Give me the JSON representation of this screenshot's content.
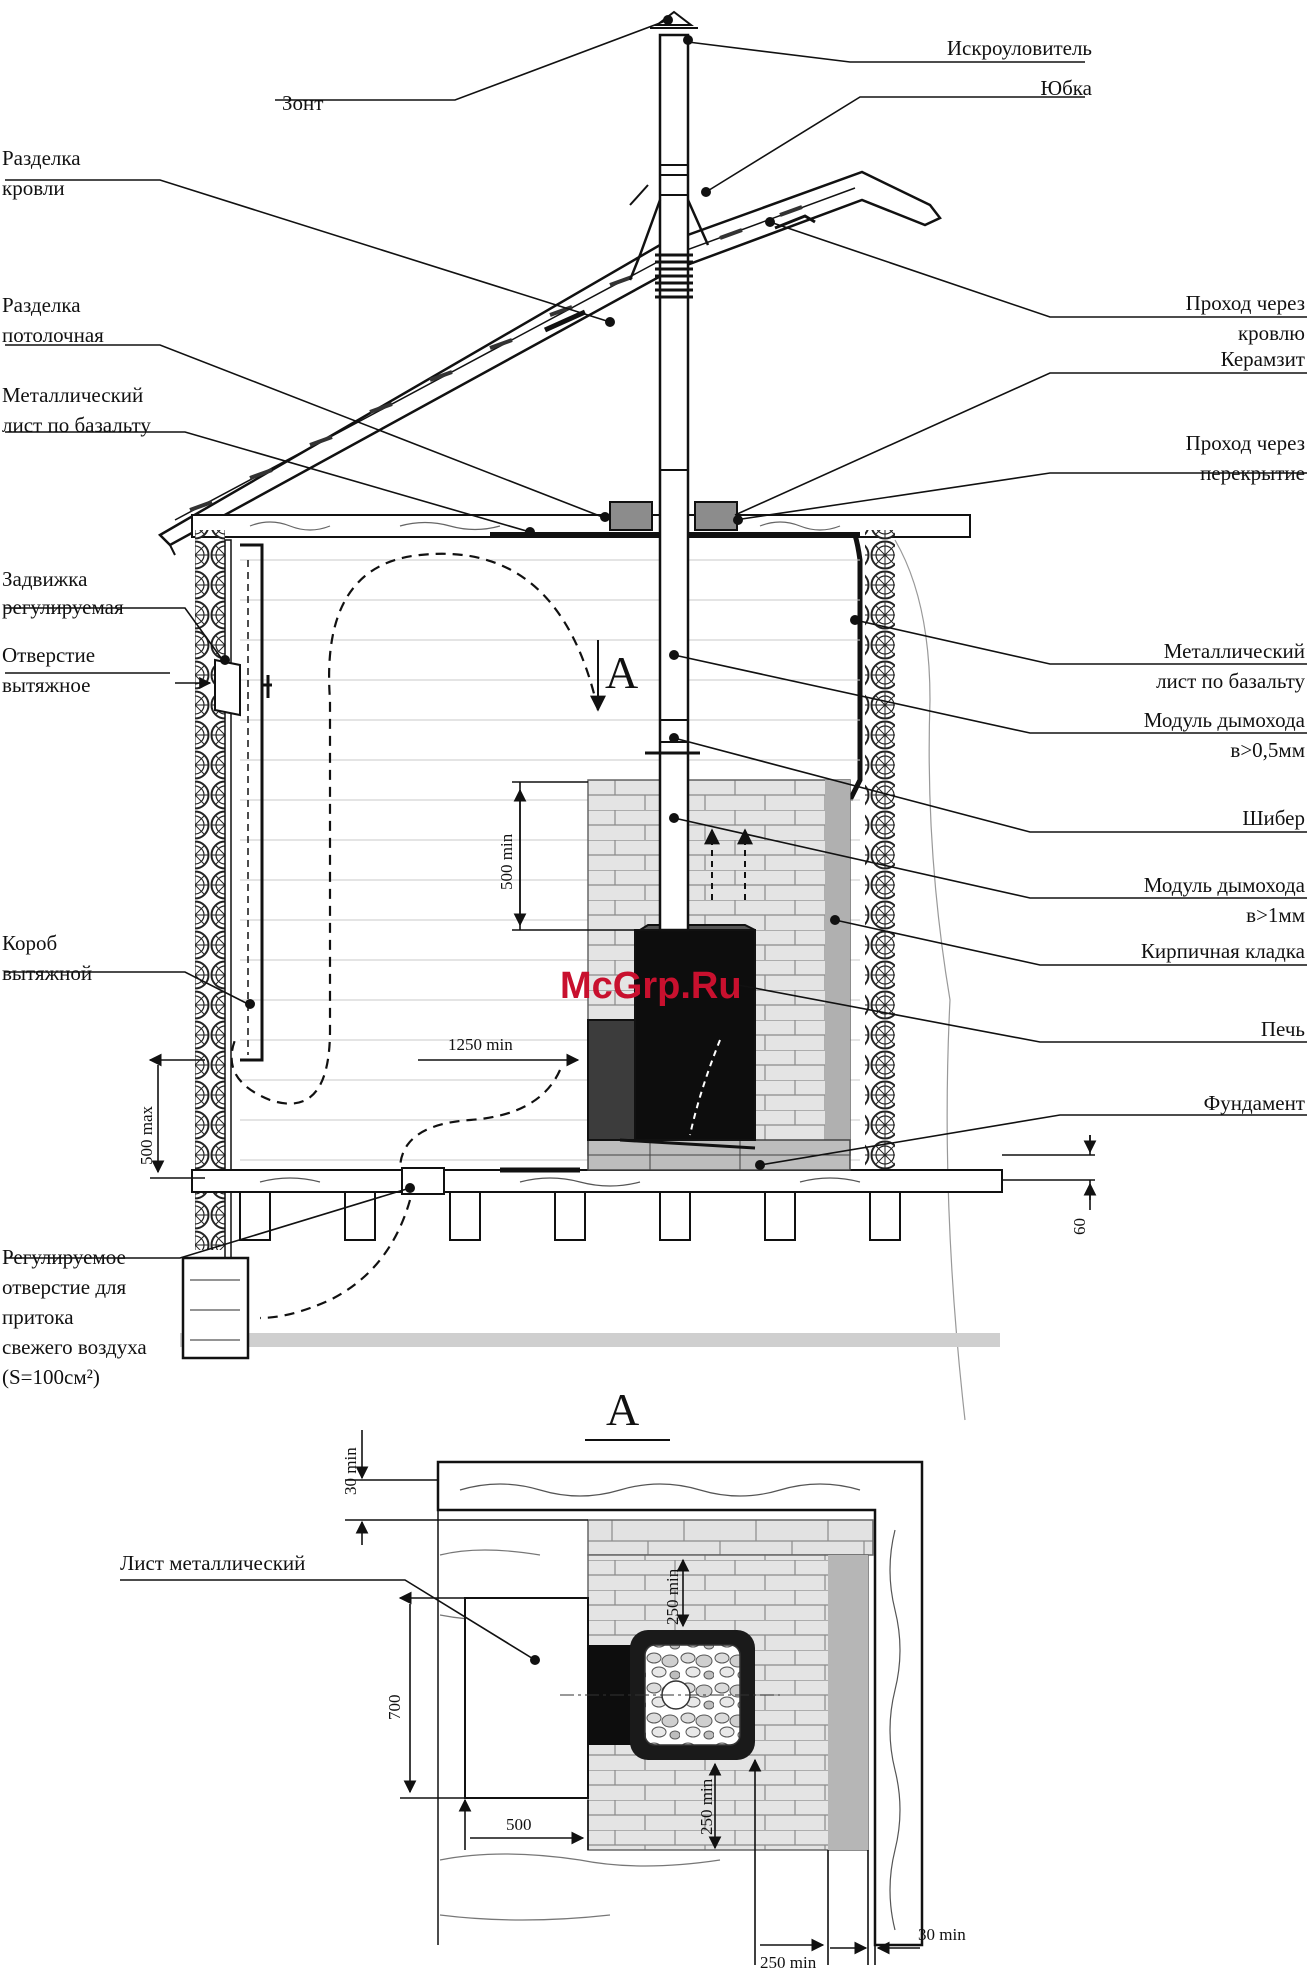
{
  "labels": {
    "zont": "Зонт",
    "iskroulovitel": "Искроуловитель",
    "yubka": "Юбка",
    "razdelka_krovli_1": "Разделка",
    "razdelka_krovli_2": "кровли",
    "razdelka_pot_1": "Разделка",
    "razdelka_pot_2": "потолочная",
    "metal_list_l_1": "Металлический",
    "metal_list_l_2": "лист по базальту",
    "zadvizhka_1": "Задвижка",
    "zadvizhka_2": "регулируемая",
    "otverstie_1": "Отверстие",
    "otverstie_2": "вытяжное",
    "korob_1": "Короб",
    "korob_2": "вытяжной",
    "pritok_1": "Регулируемое",
    "pritok_2": "отверстие для",
    "pritok_3": "притока",
    "pritok_4": "свежего воздуха",
    "pritok_5": "(S=100см²)",
    "prohod_krovlyu_1": "Проход через",
    "prohod_krovlyu_2": "кровлю",
    "keramzit": "Керамзит",
    "prohod_perekr_1": "Проход через",
    "prohod_perekr_2": "перекрытие",
    "metal_list_r_1": "Металлический",
    "metal_list_r_2": "лист по базальту",
    "modul_1_1": "Модуль дымохода",
    "modul_1_2": "в>0,5мм",
    "shiber": "Шибер",
    "modul_2_1": "Модуль дымохода",
    "modul_2_2": "в>1мм",
    "kirpich": "Кирпичная кладка",
    "pech": "Печь",
    "fundament": "Фундамент",
    "list_metal": "Лист металлический",
    "section_a": "А",
    "watermark": "McGrp.Ru"
  },
  "dims": {
    "d500min": "500 min",
    "d1250min": "1250 min",
    "d500max": "500 max",
    "d60": "60",
    "d30min_top": "30 min",
    "d250min_top": "250 min",
    "d250min_bot": "250 min",
    "d700": "700",
    "d500": "500",
    "d250min_base": "250 min",
    "d30min_right": "30 min"
  }
}
